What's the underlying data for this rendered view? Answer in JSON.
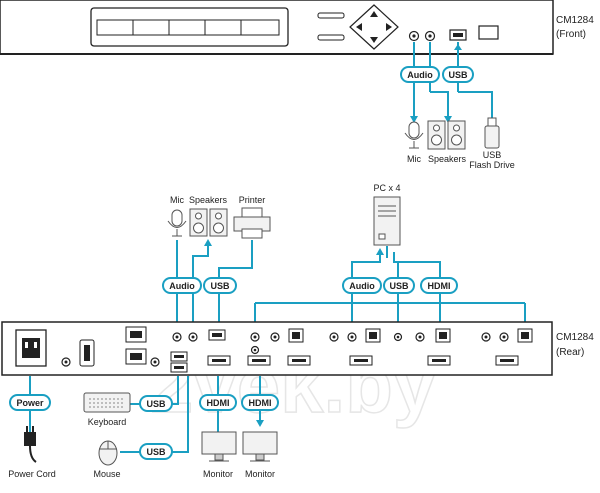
{
  "watermark": "2vek.by",
  "front": {
    "model": "CM1284",
    "side": "(Front)",
    "audio_label": "Audio",
    "usb_label": "USB",
    "devices": {
      "mic": "Mic",
      "speakers": "Speakers",
      "usb_line1": "USB",
      "usb_line2": "Flash Drive"
    }
  },
  "rear": {
    "model": "CM1284",
    "side": "(Rear)",
    "top": {
      "mic": "Mic",
      "speakers": "Speakers",
      "printer": "Printer",
      "pcs": "PC x 4"
    },
    "pills": {
      "audio_left": "Audio",
      "usb_left": "USB",
      "audio_right": "Audio",
      "usb_right": "USB",
      "hdmi_right": "HDMI"
    },
    "bottom": {
      "power_pill": "Power",
      "usb_kb_pill": "USB",
      "usb_mouse_pill": "USB",
      "hdmi1_pill": "HDMI",
      "hdmi2_pill": "HDMI",
      "keyboard": "Keyboard",
      "mouse": "Mouse",
      "power_cord": "Power Cord",
      "monitor1": "Monitor",
      "monitor2": "Monitor"
    }
  },
  "colors": {
    "cable": "#1a9fc2",
    "outline": "#222222"
  },
  "icons": [
    "microphone-icon",
    "speakers-icon",
    "usb-flash-drive-icon",
    "printer-icon",
    "pc-tower-icon",
    "keyboard-icon",
    "mouse-icon",
    "power-plug-icon",
    "monitor-icon"
  ]
}
